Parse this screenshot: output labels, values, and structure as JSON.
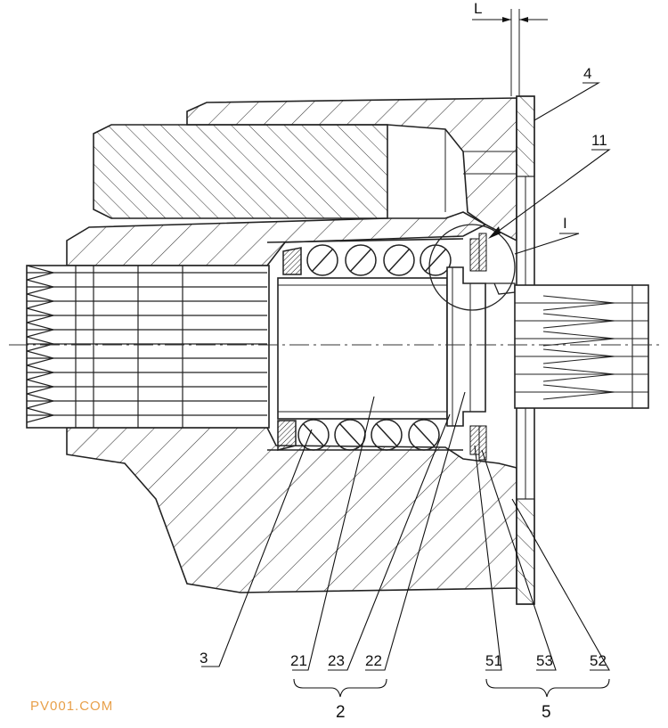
{
  "labels": {
    "dimension_L": "L",
    "part_4": "4",
    "part_11": "11",
    "detail_I": "I",
    "part_3": "3",
    "part_21": "21",
    "part_23": "23",
    "part_22": "22",
    "part_51": "51",
    "part_53": "53",
    "part_52": "52",
    "group_2": "2",
    "group_5": "5"
  },
  "watermark": "PV001.COM",
  "colors": {
    "line": "#222222",
    "hatch": "#333333",
    "watermark": "#e8a04a"
  }
}
